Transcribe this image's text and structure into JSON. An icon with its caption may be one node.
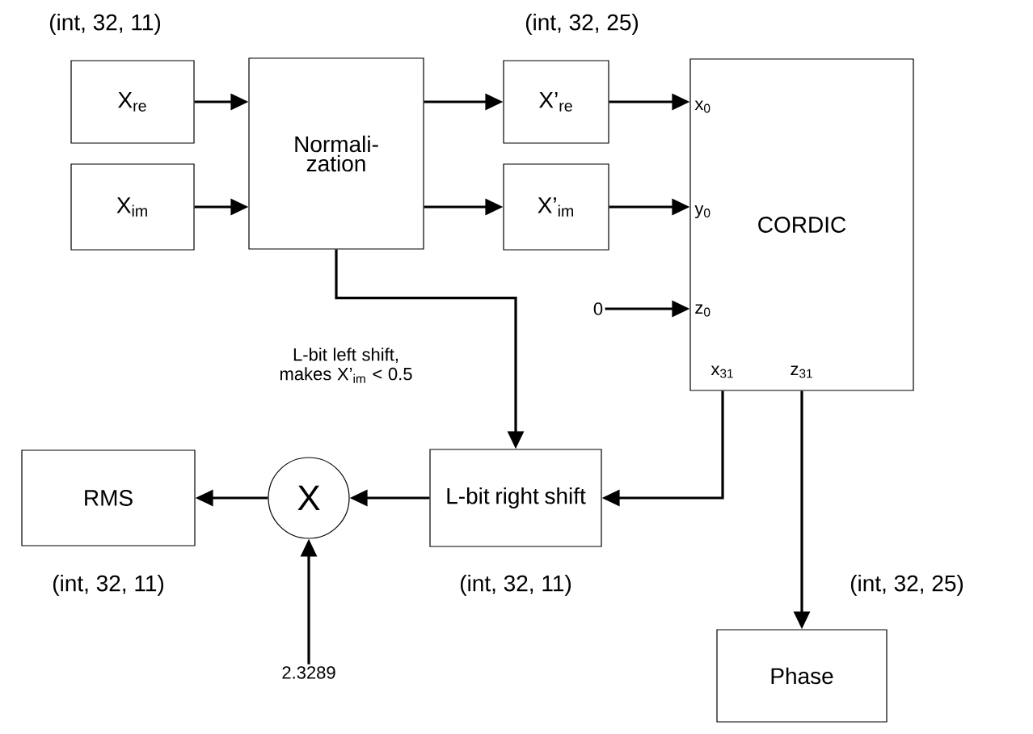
{
  "diagram": {
    "nodes": [
      {
        "text": [
          "X$_{re}$"
        ]
      },
      {
        "text": [
          "X$_{im}$"
        ]
      },
      {
        "text": [
          "Normali- zation"
        ]
      },
      {
        "text": [
          "X’$_{re}$"
        ]
      },
      {
        "text": [
          "X’$_{im}$"
        ]
      },
      {
        "text": [
          "CORDIC",
          "x$_{0}$",
          "y$_{0}$",
          "z$_{0}$",
          "x$_{31}$",
          "z$_{31}$"
        ]
      },
      {
        "text": [
          "0"
        ]
      },
      {
        "text": [
          "L-bit right shift"
        ]
      },
      {
        "text": [
          "X"
        ]
      },
      {
        "text": [
          "RMS"
        ]
      },
      {
        "text": [
          "2.3289"
        ]
      },
      {
        "text": [
          "Phase"
        ]
      }
    ],
    "edges": [
      {
        "from": 0,
        "to": 2,
        "arrow": "to"
      },
      {
        "from": 1,
        "to": 2,
        "arrow": "to"
      },
      {
        "from": 2,
        "to": 3,
        "arrow": "to"
      },
      {
        "from": 2,
        "to": 4,
        "arrow": "to"
      },
      {
        "from": 3,
        "to": 5,
        "arrow": "to"
      },
      {
        "from": 4,
        "to": 5,
        "arrow": "to"
      },
      {
        "from": 6,
        "to": 5,
        "arrow": "to"
      },
      {
        "from": 2,
        "to": 7,
        "arrow": "to",
        "label": "L-bit left shift, makes X’$_{im}$ < 0.5"
      },
      {
        "from": 5,
        "to": 7,
        "arrow": "to"
      },
      {
        "from": 7,
        "to": 8,
        "arrow": "to"
      },
      {
        "from": 8,
        "to": 9,
        "arrow": "to"
      },
      {
        "from": 10,
        "to": 8,
        "arrow": "to"
      },
      {
        "from": 5,
        "to": 11,
        "arrow": "to"
      }
    ],
    "labels": [
      "(int, 32, 11)",
      "(int, 32, 25)",
      "(int, 32, 11)",
      "(int, 32, 11)",
      "(int, 32, 25)"
    ]
  }
}
